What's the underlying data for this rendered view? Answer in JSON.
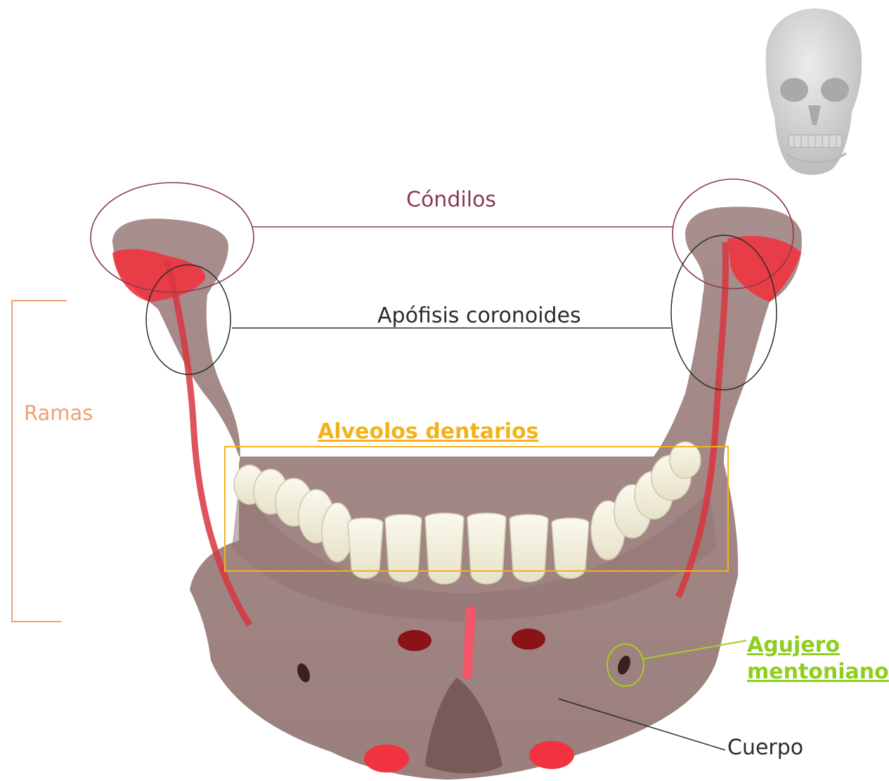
{
  "labels": {
    "condilos": "Cóndilos",
    "apofisis": "Apófisis coronoides",
    "ramas": "Ramas",
    "alveolos": "Alveolos dentarios",
    "agujero_line1": "Agujero",
    "agujero_line2": "mentoniano",
    "cuerpo": "Cuerpo"
  },
  "colors": {
    "condilos": "#8a3a4e",
    "apofisis": "#2b2b2b",
    "ramas": "#f0a070",
    "alveolos": "#f3b21a",
    "agujero": "#8fce1e",
    "cuerpo": "#2b2b2b",
    "bone": "#a38a88",
    "bone_dark": "#8c7270",
    "muscle_red": "#f0333f",
    "teeth": "#f2efdf"
  }
}
